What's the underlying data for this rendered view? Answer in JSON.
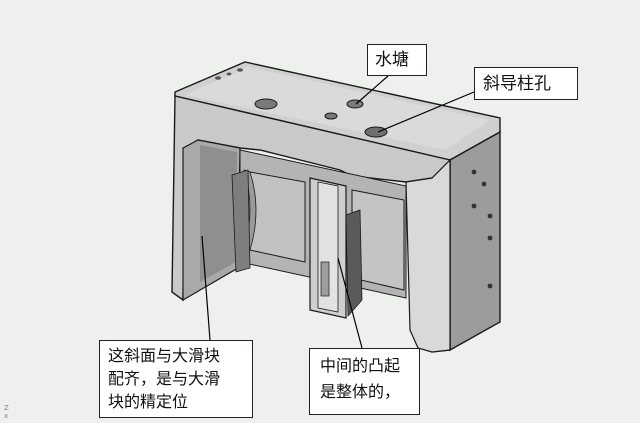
{
  "callouts": {
    "water_channel": "水塘",
    "angle_pin_hole": "斜导柱孔",
    "slope_note": {
      "line1": "这斜面与大滑块",
      "line2": "配齐，是与大滑",
      "line3": "块的精定位"
    },
    "boss_note": {
      "line1": "中间的凸起",
      "line2": "是整体的，"
    }
  },
  "axis_triad": {
    "top": "Z",
    "bottom": "x"
  },
  "colors": {
    "background": "#eef0ee",
    "part_light": "#d6d6d6",
    "part_mid": "#b9b9b9",
    "part_dark": "#8e8e8e",
    "edge": "#1a1a1a",
    "callout_border": "#222222"
  }
}
